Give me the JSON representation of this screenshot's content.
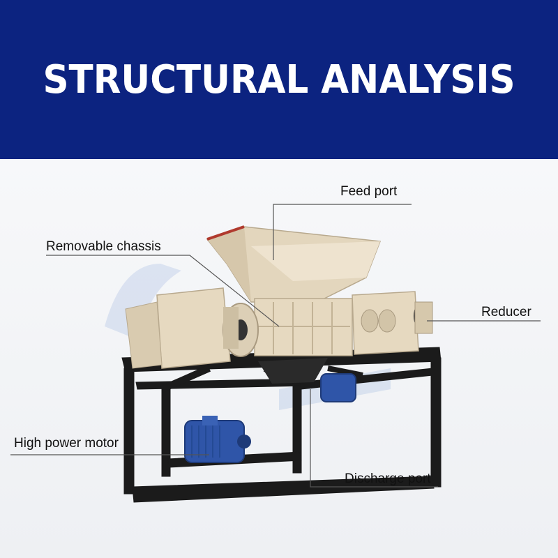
{
  "header": {
    "title": "STRUCTURAL ANALYSIS"
  },
  "colors": {
    "banner": "#0c2380",
    "machine": "#e8dcc6",
    "frame": "#1b1b1b",
    "motor": "#2f55a8",
    "leader_line": "#555555"
  },
  "labels": {
    "feed_port": "Feed port",
    "removable_chassis": "Removable chassis",
    "reducer": "Reducer",
    "high_power_motor": "High power motor",
    "discharge_port": "Discharge port"
  },
  "icons": [
    "shredder-machine-illustration",
    "electric-motor-icon",
    "watermark-logo"
  ]
}
